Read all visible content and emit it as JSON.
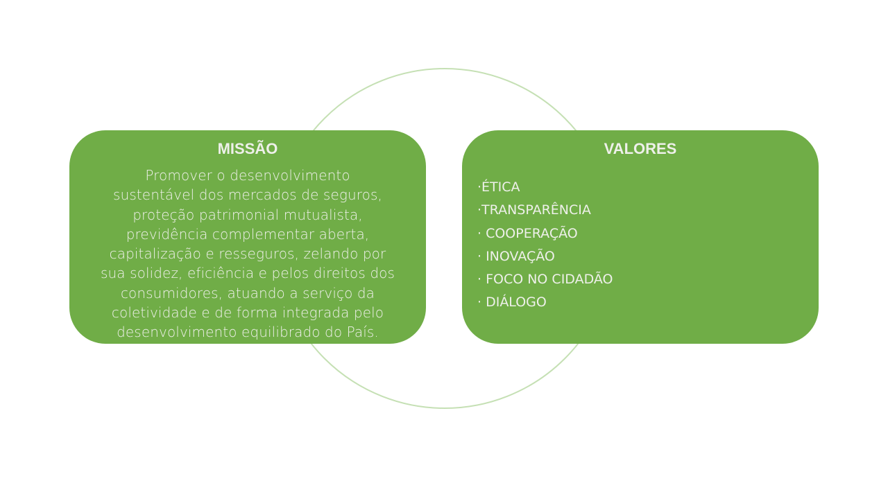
{
  "colors": {
    "box_fill": "#70AD47",
    "ring_stroke": "#C5E0B4",
    "text": "#EEF0EA"
  },
  "mission": {
    "title": "MISSÃO",
    "lines": [
      "Promover o desenvolvimento",
      "sustentável dos mercados de seguros,",
      "proteção patrimonial mutualista,",
      "previdência complementar aberta,",
      "capitalização e resseguros, zelando por",
      "sua solidez, eficiência e pelos direitos dos",
      "consumidores, atuando a serviço da",
      "coletividade e de forma integrada pelo",
      "desenvolvimento equilibrado do País."
    ]
  },
  "values": {
    "title": "VALORES",
    "items": [
      "·ÉTICA",
      "·TRANSPARÊNCIA",
      "· COOPERAÇÃO",
      "· INOVAÇÃO",
      "· FOCO NO CIDADÃO",
      "· DIÁLOGO"
    ]
  }
}
